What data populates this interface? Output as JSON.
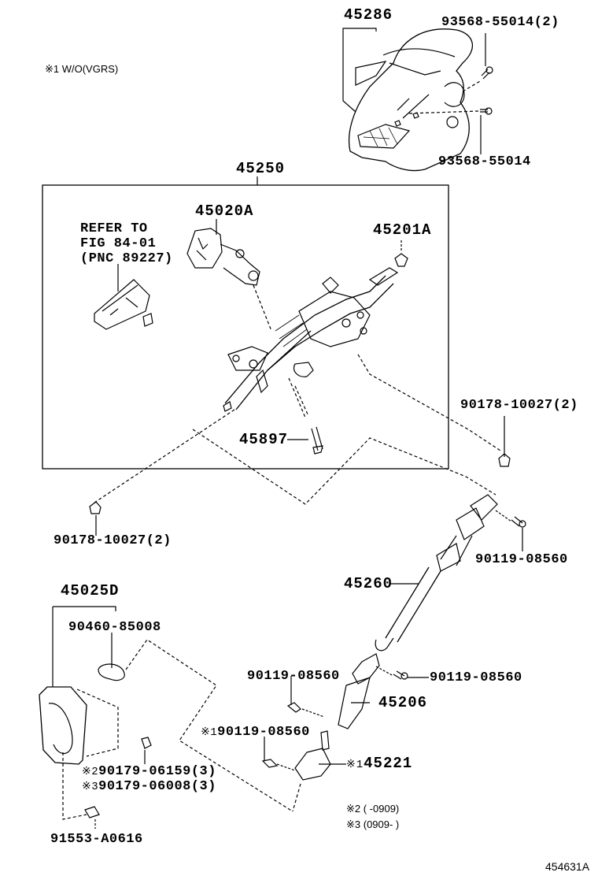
{
  "diagram": {
    "figure_id": "454631A",
    "legend_notes": {
      "note1": "※1 W/O(VGRS)",
      "note2": "※2 (    -0909)",
      "note3": "※3 (0909-    )"
    },
    "refer": {
      "line1": "REFER TO",
      "line2": "FIG 84-01",
      "line3": "(PNC 89227)"
    },
    "parts": {
      "p45286": "45286",
      "p93568_55014_2": "93568-55014(2)",
      "p93568_55014": "93568-55014",
      "p45250": "45250",
      "p45020A": "45020A",
      "p45201A": "45201A",
      "p45897": "45897",
      "p90178_right": "90178-10027(2)",
      "p90178_left": "90178-10027(2)",
      "p90119_top": "90119-08560",
      "p45260": "45260",
      "p45025D": "45025D",
      "p90460": "90460-85008",
      "p90119_left": "90119-08560",
      "p90119_right": "90119-08560",
      "p45206": "45206",
      "p90119_vgrs_mark": "※1",
      "p90119_vgrs": "90119-08560",
      "p45221_mark": "※1",
      "p45221": "45221",
      "p90179_a_mark": "※2",
      "p90179_a": "90179-06159(3)",
      "p90179_b_mark": "※3",
      "p90179_b": "90179-06008(3)",
      "p91553": "91553-A0616"
    }
  }
}
